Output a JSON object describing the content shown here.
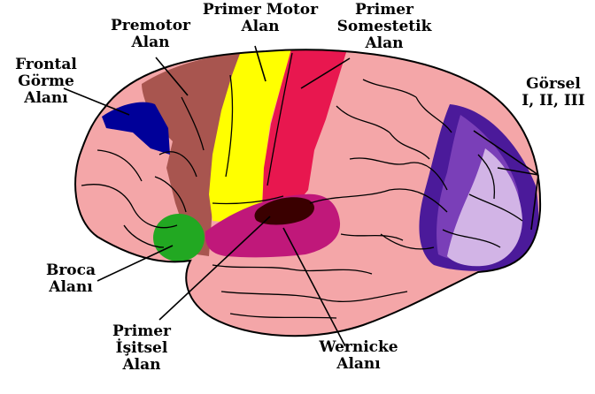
{
  "labels": {
    "premotor": [
      "Premotor",
      "Alan"
    ],
    "primary_motor": [
      "Primer Motor",
      "Alan"
    ],
    "primary_somatosensory": [
      "Primer",
      "Somestetik",
      "Alan"
    ],
    "frontal_eye": [
      "Frontal",
      "Görme",
      "Alanı"
    ],
    "visual": [
      "Görsel",
      "I, II, III"
    ],
    "broca": [
      "Broca",
      "Alanı"
    ],
    "primary_auditory": [
      "Primer",
      "İşitsel",
      "Alan"
    ],
    "wernicke": [
      "Wernicke",
      "Alanı"
    ]
  },
  "colors": {
    "cortex": "#f4a6a8",
    "premotor": "#a8554f",
    "primary_motor": "#ffff00",
    "primary_somatosensory": "#e8174f",
    "frontal_eye": "#000099",
    "visual_dark": "#4b1a9a",
    "visual_mid": "#7a3fb8",
    "visual_light": "#d2b4e6",
    "broca": "#22a822",
    "auditory": "#3a0000",
    "wernicke": "#c0187a",
    "outline": "#000000"
  }
}
